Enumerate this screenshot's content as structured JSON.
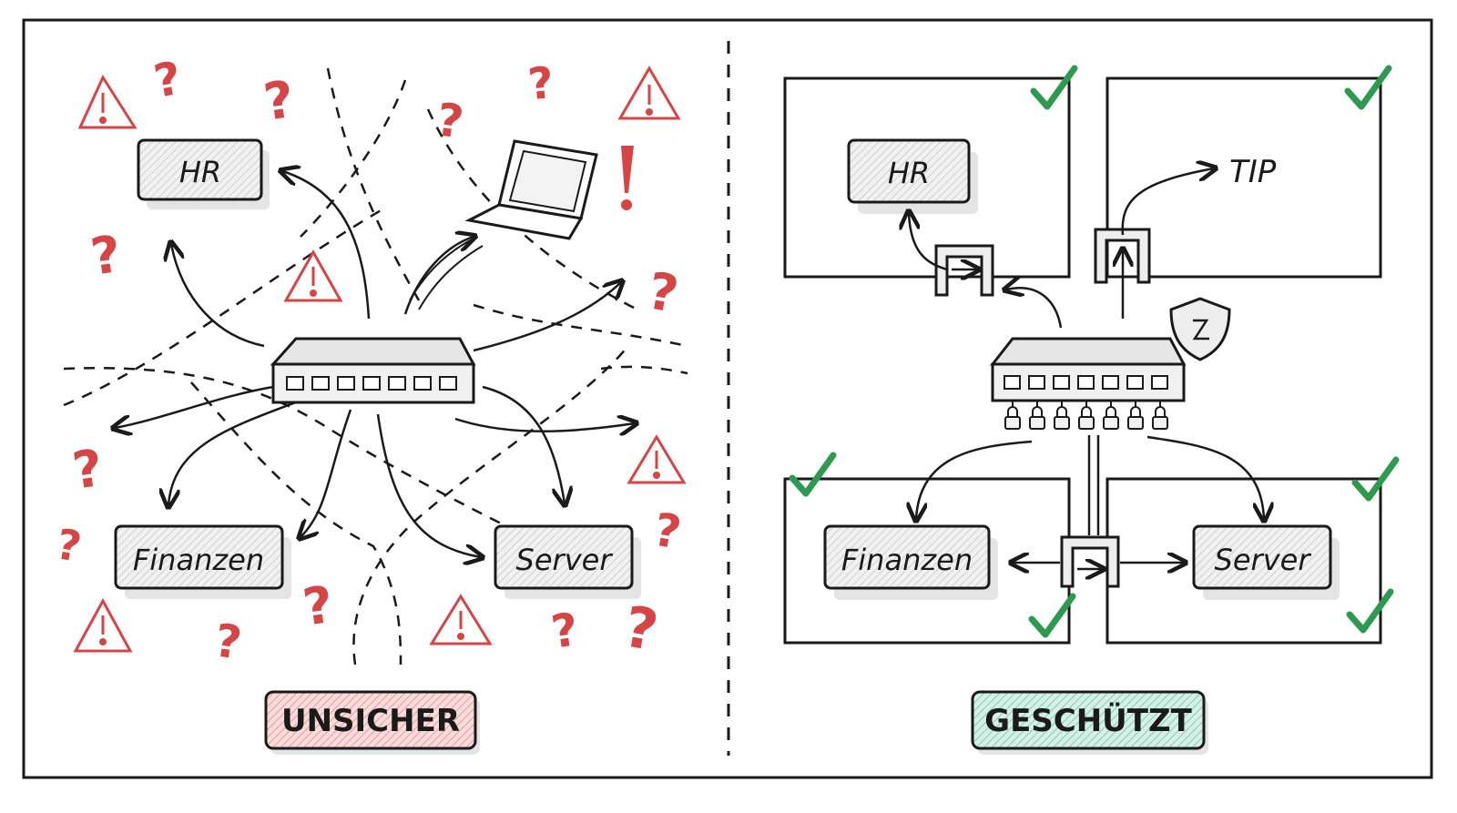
{
  "left": {
    "nodes": {
      "hr": "HR",
      "finanzen": "Finanzen",
      "server": "Server"
    },
    "badge": "UNSICHER"
  },
  "right": {
    "nodes": {
      "hr": "HR",
      "tip": "TIP",
      "finanzen": "Finanzen",
      "server": "Server"
    },
    "badge": "GESCHÜTZT"
  },
  "colors": {
    "danger": "#d64545",
    "safe": "#2e9a4f",
    "ink": "#1a1a1a",
    "badge_danger_fill": "#f4c9c9",
    "badge_safe_fill": "#c3e8dc"
  }
}
